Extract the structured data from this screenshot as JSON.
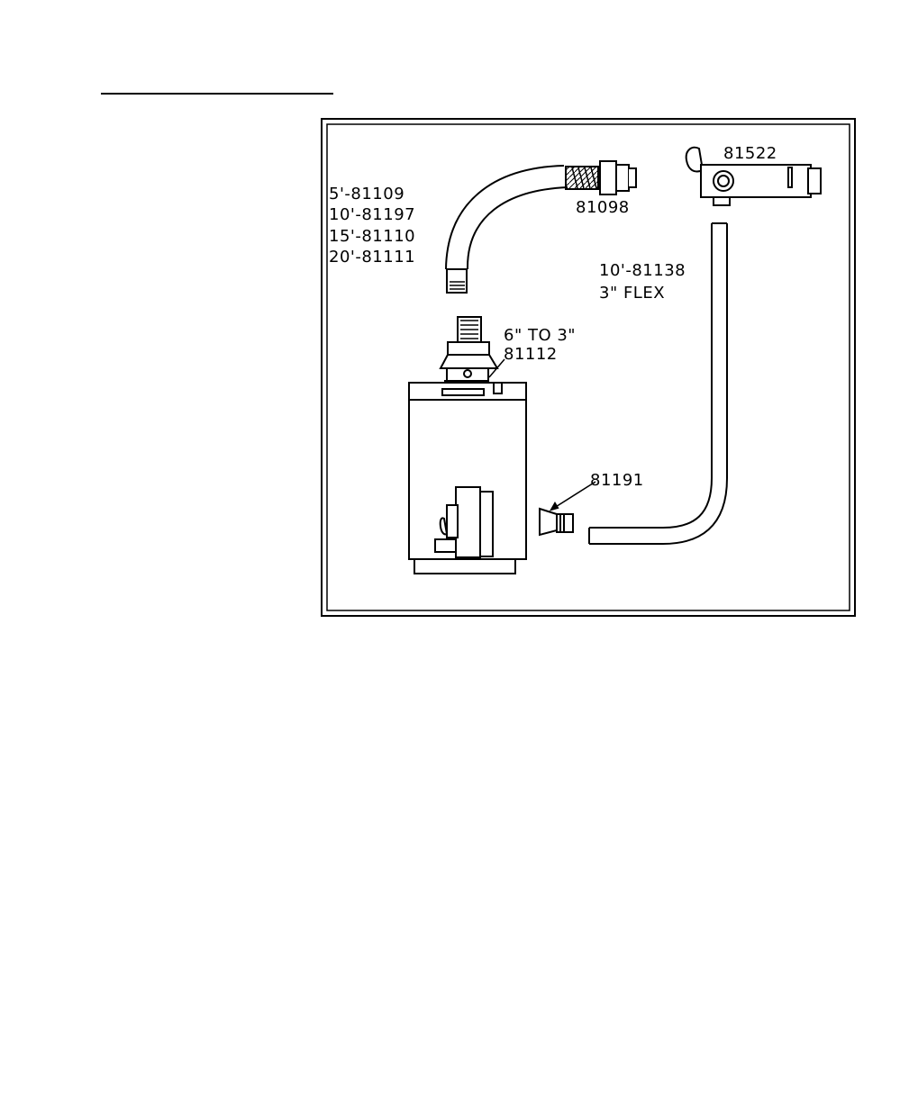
{
  "diagram": {
    "labels": {
      "vent_lengths": [
        "5'-81109",
        "10'-81197",
        "15'-81110",
        "20'-81111"
      ],
      "coupler": "81098",
      "terminal": "81522",
      "flex_length": "10'-81138",
      "flex_size": "3\" FLEX",
      "adapter_size": "6\" TO 3\"",
      "adapter": "81112",
      "connector": "81191"
    }
  }
}
